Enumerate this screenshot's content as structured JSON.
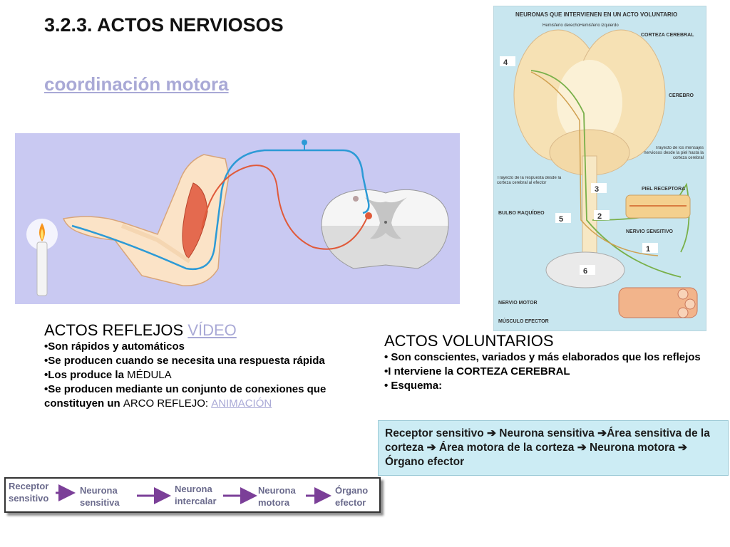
{
  "slide": {
    "title": "3.2.3. ACTOS NERVIOSOS",
    "subtitle_link": "coordinación motora"
  },
  "diagram": {
    "heading": "NEURONAS QUE INTERVIENEN EN UN ACTO VOLUNTARIO",
    "hemisferio_derecho": "Hemisferio derecho",
    "hemisferio_izquierdo": "Hemisferio izquierdo",
    "corteza_cerebral": "CORTEZA CEREBRAL",
    "cerebro": "CEREBRO",
    "trayecto_mensajes": "Trayecto de los mensajes nerviosos desde la piel hasta la corteza cerebral",
    "trayecto_respuesta": "Trayecto de la respuesta desde la corteza cerebral al efector",
    "bulbo": "BULBO RAQUÍDEO",
    "piel_receptora": "PIEL RECEPTORA",
    "nervio_sensitivo": "NERVIO SENSITIVO",
    "nervio_motor": "NERVIO MOTOR",
    "musculo_efector": "MÚSCULO EFECTOR",
    "numbers": [
      "1",
      "2",
      "3",
      "4",
      "5",
      "6"
    ]
  },
  "reflejos": {
    "heading": "ACTOS REFLEJOS",
    "video_link": "VÍDEO",
    "b1": "•Son rápidos y automáticos",
    "b2": "•Se producen cuando se necesita una respuesta rápida",
    "b3_bold": "•Los produce la",
    "b3_norm": "MÉDULA",
    "b4_bold": "•Se producen mediante un conjunto de conexiones que constituyen un",
    "b4_norm": "ARCO REFLEJO:",
    "animacion_link": "ANIMACIÓN"
  },
  "voluntarios": {
    "heading": "ACTOS VOLUNTARIOS",
    "b1": "• Son conscientes, variados y más elaborados que los reflejos",
    "b2": "•I nterviene la CORTEZA CEREBRAL",
    "b3": "• Esquema:"
  },
  "esquema": {
    "text": "Receptor sensitivo ➔ Neurona sensitiva ➔Área sensitiva de la corteza ➔ Área motora de la corteza ➔ Neurona motora ➔ Órgano efector"
  },
  "chain": {
    "items": [
      [
        "Receptor",
        "sensitivo"
      ],
      [
        "Neurona",
        "sensitiva"
      ],
      [
        "Neurona",
        "intercalar"
      ],
      [
        "Neurona",
        "motora"
      ],
      [
        "Órgano",
        "efector"
      ]
    ],
    "arrow_color": "#7b3f98"
  }
}
